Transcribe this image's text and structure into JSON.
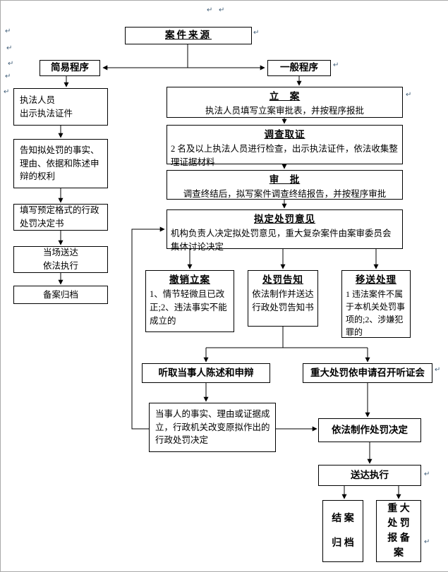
{
  "marks": {
    "glyph": "↵"
  },
  "nodes": {
    "case_source": {
      "label": "案件来源"
    },
    "simple_procedure": {
      "label": "简易程序"
    },
    "general_procedure": {
      "label": "一般程序"
    },
    "show_credentials": {
      "text": "执法人员\n出示执法证件"
    },
    "inform_rights": {
      "text": "告知拟处罚的事实、理由、依据和陈述申辩的权利"
    },
    "fill_decision": {
      "text": "填写预定格式的行政处罚决定书"
    },
    "onsite_delivery": {
      "text": "当场送达\n依法执行"
    },
    "filing_archive": {
      "text": "备案归档"
    },
    "case_filing": {
      "heading": "立　案",
      "body": "执法人员填写立案审批表，并按程序报批"
    },
    "investigation": {
      "heading": "调查取证",
      "body": "2 名及以上执法人员进行检查，出示执法证件，依法收集整理证据材料"
    },
    "approval": {
      "heading": "审　批",
      "body": "调查终结后，拟写案件调查终结报告，并按程序审批"
    },
    "draft_opinion": {
      "heading": "拟定处罚意见",
      "body": "机构负责人决定拟处罚意见，重大复杂案件由案审委员会集体讨论决定"
    },
    "withdraw_filing": {
      "heading": "撤销立案",
      "body": "1、情节轻微且已改正;2、违法事实不能成立的"
    },
    "penalty_notice": {
      "heading": "处罚告知",
      "body": "依法制作并送达\n行政处罚告知书"
    },
    "transfer": {
      "heading": "移送处理",
      "body": "1 违法案件不属于本机关处罚事项的;2、涉嫌犯罪的"
    },
    "hear_statement": {
      "label": "听取当事人陈述和申辩"
    },
    "hearing": {
      "label": "重大处罚依申请召开听证会"
    },
    "party_established": {
      "text": "当事人的事实、理由或证据成立，行政机关改变原拟作出的行政处罚决定"
    },
    "make_decision": {
      "label": "依法制作处罚决定"
    },
    "deliver_execute": {
      "label": "送达执行"
    },
    "close_archive": {
      "text": "结 案\n归 档"
    },
    "major_report": {
      "text": "重 大\n处 罚\n报 备\n案"
    }
  }
}
